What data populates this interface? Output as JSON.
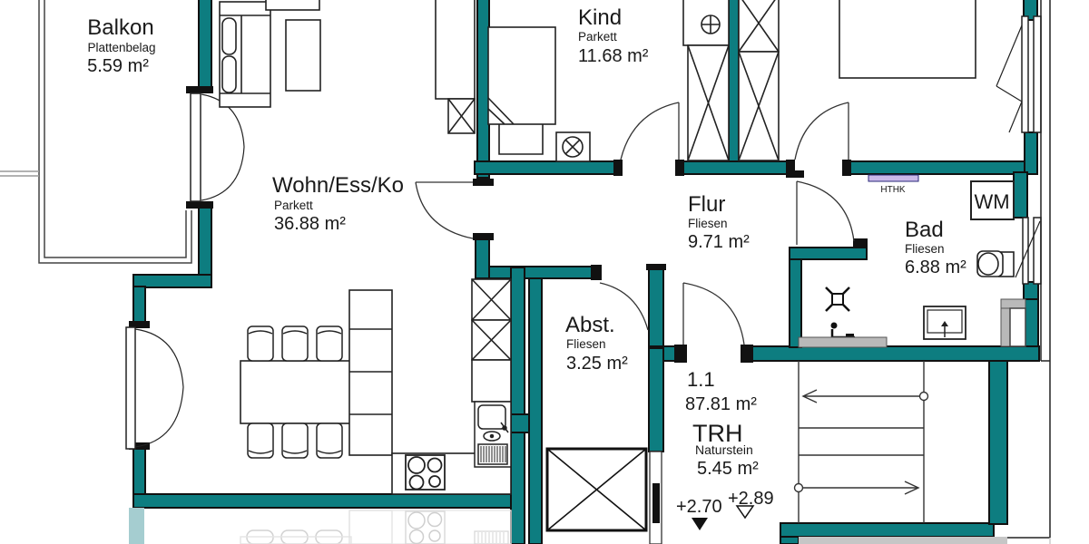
{
  "plan": {
    "unit": {
      "number": "1.1",
      "total_area": "87.81 m²"
    },
    "rooms": {
      "balkon": {
        "name": "Balkon",
        "floor": "Plattenbelag",
        "area": "5.59 m²"
      },
      "wohn": {
        "name": "Wohn/Ess/Ko",
        "floor": "Parkett",
        "area": "36.88 m²"
      },
      "kind": {
        "name": "Kind",
        "floor": "Parkett",
        "area": "11.68 m²"
      },
      "flur": {
        "name": "Flur",
        "floor": "Fliesen",
        "area": "9.71 m²"
      },
      "bad": {
        "name": "Bad",
        "floor": "Fliesen",
        "area": "6.88 m²"
      },
      "abst": {
        "name": "Abst.",
        "floor": "Fliesen",
        "area": "3.25 m²"
      },
      "trh": {
        "name": "TRH",
        "floor": "Naturstein",
        "area": "5.45 m²"
      }
    },
    "levels": {
      "lower": "+2.70",
      "upper": "+2.89"
    },
    "labels": {
      "washing_machine": "WM",
      "radiator": "HTHK"
    },
    "colors": {
      "wall": "#0d7d80",
      "hthk_bar": "#cbb9e9",
      "counter_gray": "#b9b9b9",
      "reflection_teal": "#a5cdd0"
    }
  }
}
